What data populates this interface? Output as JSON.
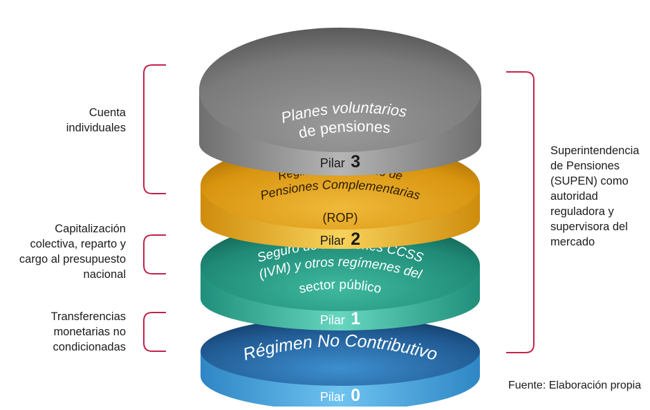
{
  "pillars": [
    {
      "prefix": "Pilar",
      "number": "0",
      "lines": [
        "Régimen No Contributivo"
      ]
    },
    {
      "prefix": "Pilar",
      "number": "1",
      "lines": [
        "Seguro de Pensiones CCSS",
        "(IVM) y otros regímenes del",
        "sector público"
      ]
    },
    {
      "prefix": "Pilar",
      "number": "2",
      "lines": [
        "Régimen Obligatorio de",
        "Pensiones Complementarias",
        "(ROP)"
      ]
    },
    {
      "prefix": "Pilar",
      "number": "3",
      "lines": [
        "Planes voluntarios",
        "de pensiones"
      ]
    }
  ],
  "left_labels": [
    {
      "lines": [
        "Cuenta",
        "individuales"
      ]
    },
    {
      "lines": [
        "Capitalización",
        "colectiva, reparto y",
        "cargo al presupuesto",
        "nacional"
      ]
    },
    {
      "lines": [
        "Transferencias",
        "monetarias no",
        "condicionadas"
      ]
    }
  ],
  "right_label": {
    "lines": [
      "Superintendencia",
      "de Pensiones",
      "(SUPEN) como",
      "autoridad",
      "reguladora y",
      "supervisora del",
      "mercado"
    ]
  },
  "source": "Fuente: Elaboración propia",
  "colors": {
    "bracket": "#c0234a",
    "pilar0": "#3a9fd8",
    "pilar1": "#2aa58e",
    "pilar2": "#e0a21a",
    "pilar3": "#8c8c8c"
  }
}
